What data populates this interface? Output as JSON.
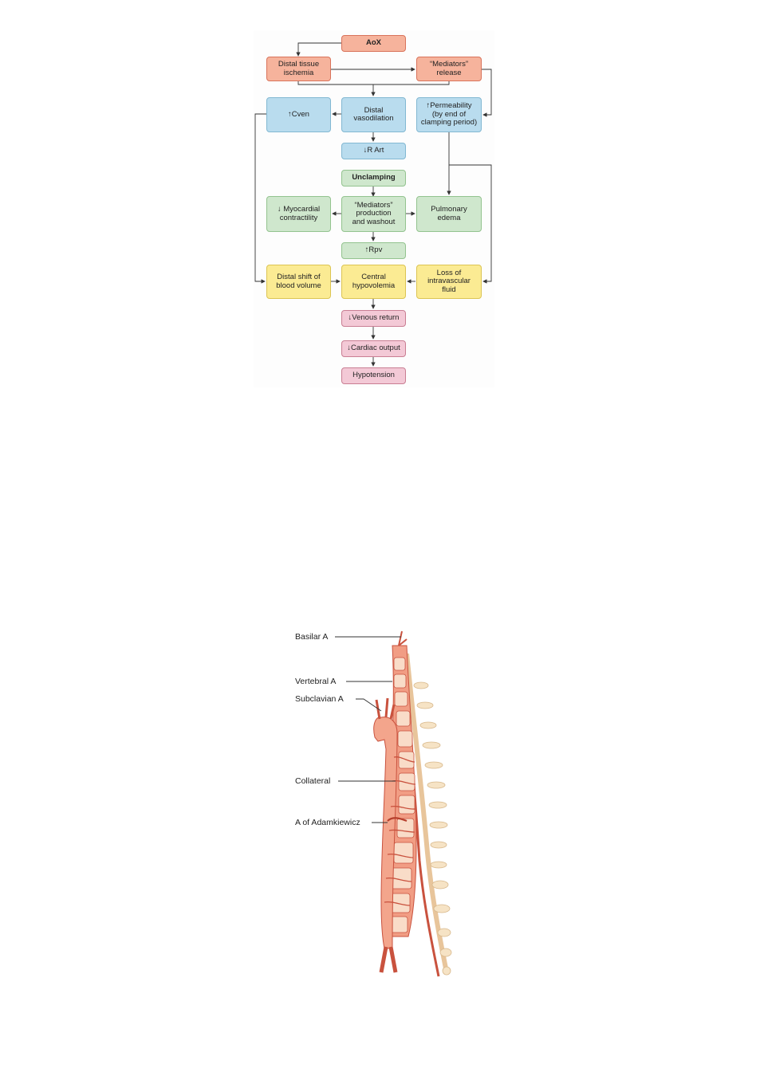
{
  "flowchart": {
    "nodes": {
      "aox": "AoX",
      "distal_tissue_ischemia": "Distal tissue\nischemia",
      "mediators_release": "“Mediators”\nrelease",
      "cven": "↑Cven",
      "distal_vasodilation": "Distal\nvasodilation",
      "permeability": "↑Permeability\n(by end of\nclamping period)",
      "r_art": "↓R Art",
      "unclamping": "Unclamping",
      "myocardial_contractility": "↓ Myocardial\ncontractility",
      "mediators_production": "“Mediators”\nproduction\nand washout",
      "pulmonary_edema": "Pulmonary\nedema",
      "rpv": "↑Rpv",
      "distal_shift": "Distal shift of\nblood volume",
      "central_hypovolemia": "Central\nhypovolemia",
      "loss_intravascular": "Loss of\nintravascular\nfluid",
      "venous_return": "↓Venous return",
      "cardiac_output": "↓Cardiac output",
      "hypotension": "Hypotension"
    },
    "colors": {
      "red": "#f6b39c",
      "blue": "#b9dcee",
      "green": "#cfe7cd",
      "yellow": "#fbeb93",
      "pink": "#f3c9d6"
    }
  },
  "anatomy": {
    "labels": {
      "basilar": "Basilar A",
      "vertebral": "Vertebral A",
      "subclavian": "Subclavian A",
      "collateral": "Collateral",
      "adamkiewicz": "A of Adamkiewicz"
    },
    "colors": {
      "vessel": "#f09a80",
      "vessel_dark": "#c24a37",
      "vertebra": "#f7e5c9"
    }
  }
}
